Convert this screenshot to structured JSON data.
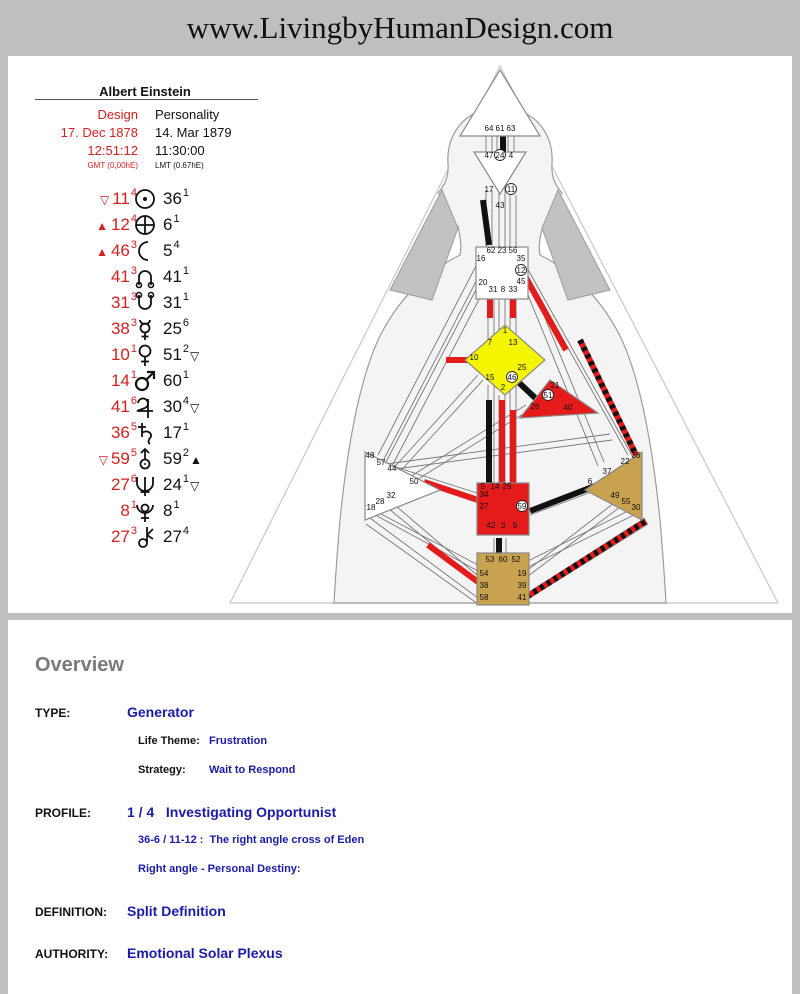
{
  "header": {
    "site": "www.LivingbyHumanDesign.com"
  },
  "person": {
    "name": "Albert Einstein"
  },
  "columns": {
    "design": {
      "label": "Design",
      "date": "17. Dec 1878",
      "time": "12:51:12",
      "zone": "GMT (0,00hE)"
    },
    "personality": {
      "label": "Personality",
      "date": "14. Mar 1879",
      "time": "11:30:00",
      "zone": "LMT (0.67hE)"
    }
  },
  "planets": [
    {
      "symbol": "sun-icon",
      "design_gate": "11",
      "design_line": "4",
      "design_mark": "▽",
      "pers_gate": "36",
      "pers_line": "1",
      "pers_mark": ""
    },
    {
      "symbol": "earth-icon",
      "design_gate": "12",
      "design_line": "4",
      "design_mark": "▲",
      "pers_gate": "6",
      "pers_line": "1",
      "pers_mark": ""
    },
    {
      "symbol": "moon-icon",
      "design_gate": "46",
      "design_line": "3",
      "design_mark": "▲",
      "pers_gate": "5",
      "pers_line": "4",
      "pers_mark": ""
    },
    {
      "symbol": "north-node-icon",
      "design_gate": "41",
      "design_line": "3",
      "design_mark": "",
      "pers_gate": "41",
      "pers_line": "1",
      "pers_mark": ""
    },
    {
      "symbol": "south-node-icon",
      "design_gate": "31",
      "design_line": "3",
      "design_mark": "",
      "pers_gate": "31",
      "pers_line": "1",
      "pers_mark": ""
    },
    {
      "symbol": "mercury-icon",
      "design_gate": "38",
      "design_line": "3",
      "design_mark": "",
      "pers_gate": "25",
      "pers_line": "6",
      "pers_mark": ""
    },
    {
      "symbol": "venus-icon",
      "design_gate": "10",
      "design_line": "1",
      "design_mark": "",
      "pers_gate": "51",
      "pers_line": "2",
      "pers_mark": "▽"
    },
    {
      "symbol": "mars-icon",
      "design_gate": "14",
      "design_line": "1",
      "design_mark": "",
      "pers_gate": "60",
      "pers_line": "1",
      "pers_mark": ""
    },
    {
      "symbol": "jupiter-icon",
      "design_gate": "41",
      "design_line": "6",
      "design_mark": "",
      "pers_gate": "30",
      "pers_line": "4",
      "pers_mark": "▽"
    },
    {
      "symbol": "saturn-icon",
      "design_gate": "36",
      "design_line": "5",
      "design_mark": "",
      "pers_gate": "17",
      "pers_line": "1",
      "pers_mark": ""
    },
    {
      "symbol": "uranus-icon",
      "design_gate": "59",
      "design_line": "5",
      "design_mark": "▽",
      "pers_gate": "59",
      "pers_line": "2",
      "pers_mark": "▲"
    },
    {
      "symbol": "neptune-icon",
      "design_gate": "27",
      "design_line": "6",
      "design_mark": "",
      "pers_gate": "24",
      "pers_line": "1",
      "pers_mark": "▽"
    },
    {
      "symbol": "pluto-icon",
      "design_gate": "8",
      "design_line": "1",
      "design_mark": "",
      "pers_gate": "8",
      "pers_line": "1",
      "pers_mark": ""
    },
    {
      "symbol": "chiron-icon",
      "design_gate": "27",
      "design_line": "3",
      "design_mark": "",
      "pers_gate": "27",
      "pers_line": "4",
      "pers_mark": ""
    }
  ],
  "bodygraph": {
    "colors": {
      "design": "#e31b1b",
      "personality": "#111111",
      "defined_center": "#e51b1b",
      "identity_center": "#f5f500",
      "motor_center": "#c8a24f",
      "undefined_center": "#ffffff"
    },
    "gates": {
      "head": [
        "64",
        "61",
        "63"
      ],
      "ajna": [
        "47",
        "24",
        "4",
        "17",
        "11",
        "43"
      ],
      "throat": [
        "62",
        "23",
        "56",
        "16",
        "35",
        "12",
        "45",
        "20",
        "31",
        "8",
        "33"
      ],
      "g": [
        "1",
        "7",
        "13",
        "10",
        "25",
        "15",
        "46",
        "2"
      ],
      "heart": [
        "21",
        "51",
        "26",
        "40"
      ],
      "spleen": [
        "48",
        "57",
        "44",
        "50",
        "32",
        "28",
        "18"
      ],
      "solar_plexus": [
        "36",
        "22",
        "37",
        "6",
        "49",
        "55",
        "30"
      ],
      "sacral": [
        "5",
        "14",
        "29",
        "34",
        "27",
        "59",
        "42",
        "3",
        "9"
      ],
      "root": [
        "53",
        "60",
        "52",
        "54",
        "19",
        "38",
        "39",
        "58",
        "41"
      ]
    }
  },
  "overview": {
    "title": "Overview",
    "type_label": "TYPE:",
    "type_value": "Generator",
    "life_theme_label": "Life Theme:",
    "life_theme_value": "Frustration",
    "strategy_label": "Strategy:",
    "strategy_value": "Wait to Respond",
    "profile_label": "PROFILE:",
    "profile_value": "1 / 4   Investigating Opportunist",
    "cross_value": "36-6 / 11-12 :  The right angle cross of Eden",
    "destiny_value": "Right angle - Personal Destiny:",
    "definition_label": "DEFINITION:",
    "definition_value": "Split Definition",
    "authority_label": "AUTHORITY:",
    "authority_value": "Emotional Solar Plexus"
  }
}
